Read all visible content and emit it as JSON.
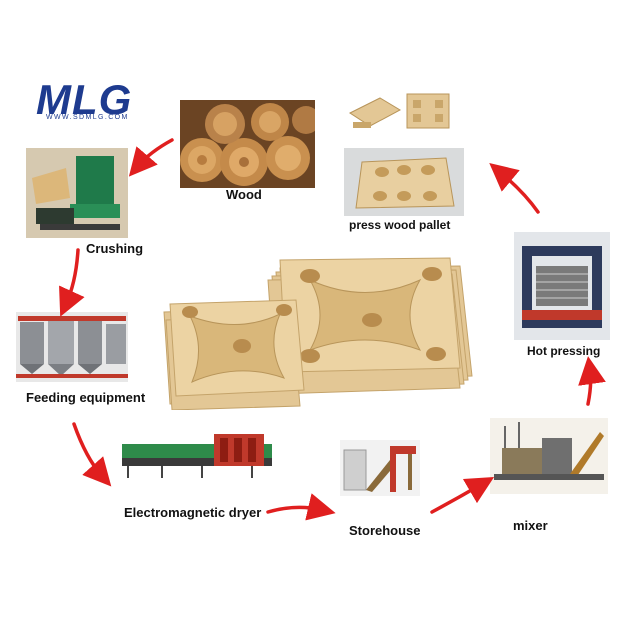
{
  "logo": {
    "name": "MLG",
    "url": "WWW.SDMLG.COM"
  },
  "steps": {
    "wood": "Wood",
    "crushing": "Crushing",
    "feeding": "Feeding equipment",
    "dryer": "Electromagnetic dryer",
    "storehouse": "Storehouse",
    "mixer": "mixer",
    "hot_pressing": "Hot pressing",
    "pallet": "press wood pallet"
  },
  "colors": {
    "arrow": "#e01f1f",
    "logo": "#1e3b8f",
    "pallet": "#e3c795"
  }
}
